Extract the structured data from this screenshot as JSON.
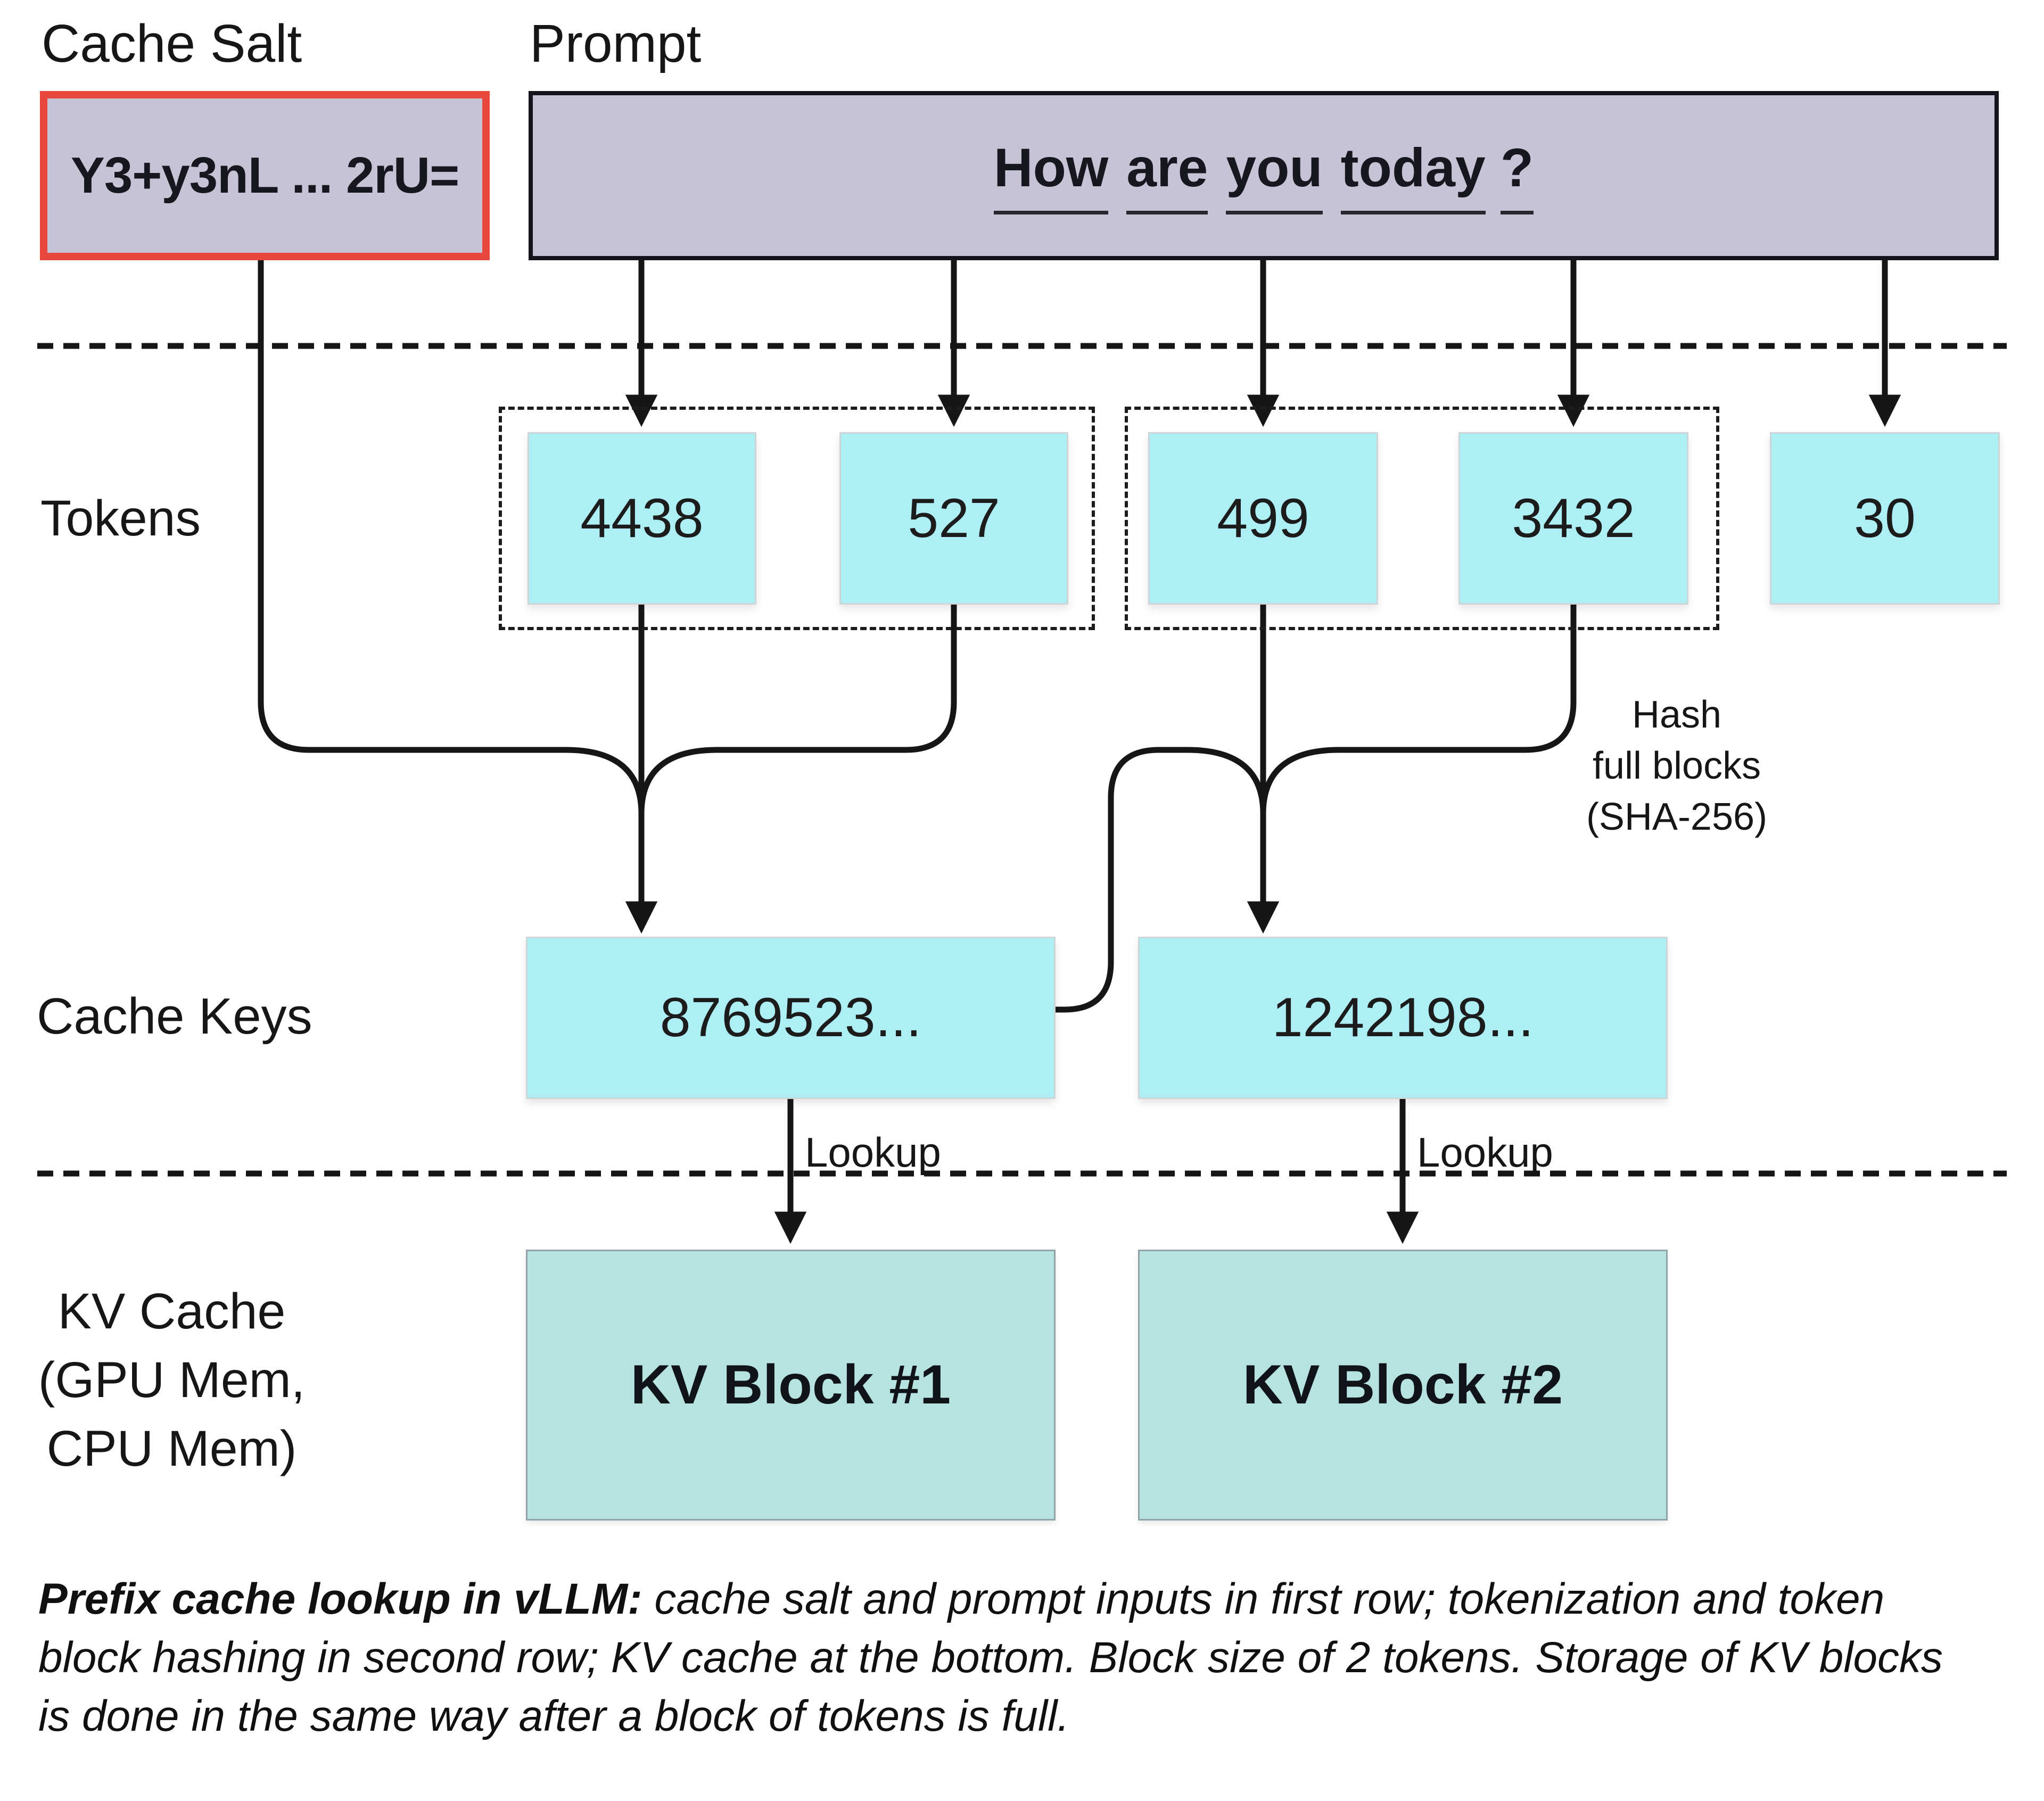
{
  "labels": {
    "cache_salt": "Cache Salt",
    "prompt": "Prompt",
    "tokens": "Tokens",
    "cache_keys": "Cache Keys",
    "kv_cache_lines": [
      "KV Cache",
      "(GPU Mem,",
      "CPU Mem)"
    ]
  },
  "cache_salt": {
    "value": "Y3+y3nL ... 2rU="
  },
  "prompt": {
    "words": [
      "How",
      "are",
      "you",
      "today",
      "?"
    ]
  },
  "tokens": {
    "values": [
      "4438",
      "527",
      "499",
      "3432",
      "30"
    ]
  },
  "hash_note": {
    "lines": [
      "Hash",
      "full blocks",
      "(SHA-256)"
    ]
  },
  "cache_keys": {
    "values": [
      "8769523...",
      "1242198..."
    ]
  },
  "lookup": {
    "label": "Lookup"
  },
  "kv_blocks": {
    "labels": [
      "KV Block #1",
      "KV Block #2"
    ]
  },
  "caption": {
    "lead": "Prefix cache lookup in vLLM:",
    "body": " cache salt and prompt inputs in first row; tokenization and token block hashing in second row; KV cache at the bottom. Block size of 2 tokens. Storage of KV blocks is done in the same way after a block of tokens is full."
  },
  "colors": {
    "lavender_fill": "#c7c3d6",
    "salt_border_red": "#e8473d",
    "token_cyan": "#aeeff6",
    "kv_teal": "#b6e2e0",
    "line": "#161616"
  }
}
